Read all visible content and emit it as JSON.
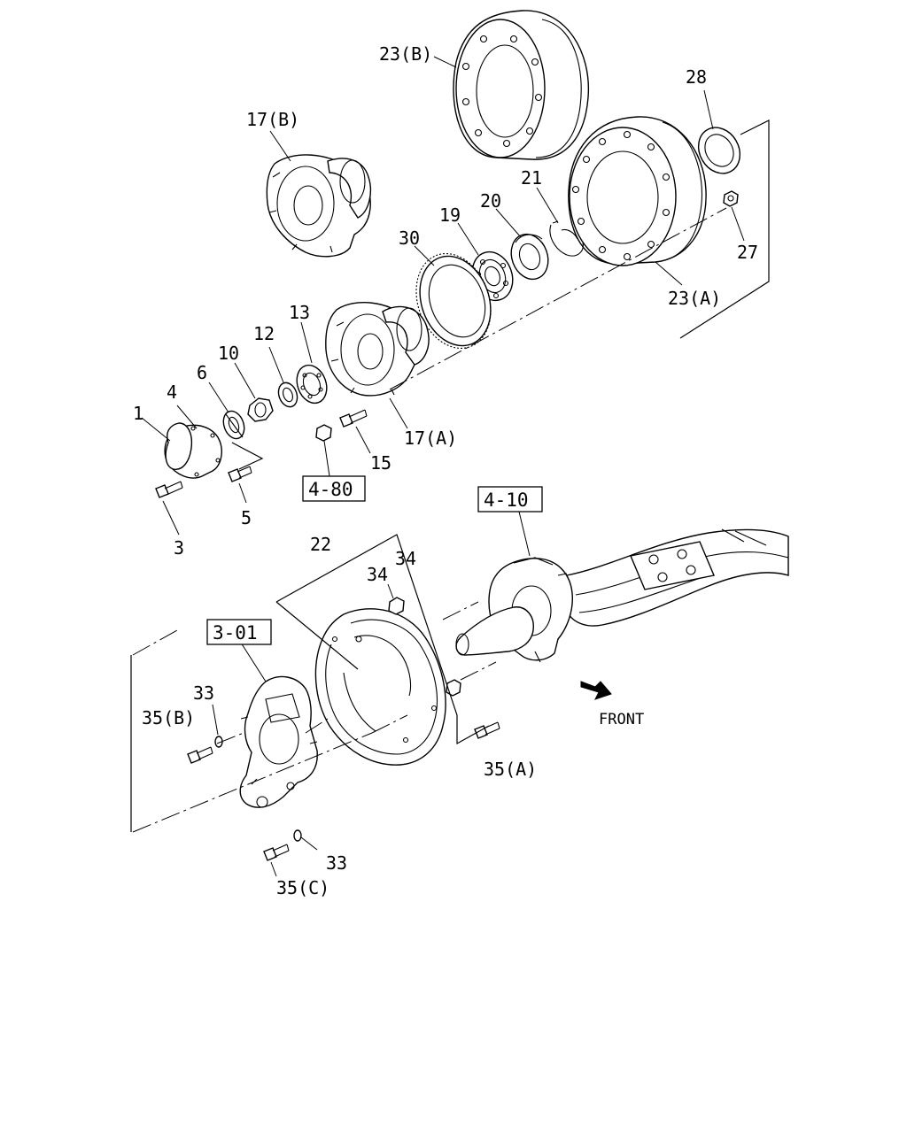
{
  "callouts": {
    "p23b": "23(B)",
    "p17b": "17(B)",
    "p28": "28",
    "p21": "21",
    "p20": "20",
    "p19": "19",
    "p30": "30",
    "p27": "27",
    "p23a": "23(A)",
    "p13": "13",
    "p12": "12",
    "p10": "10",
    "p6": "6",
    "p4": "4",
    "p1": "1",
    "p17a": "17(A)",
    "p15": "15",
    "p5": "5",
    "p3": "3",
    "p22": "22",
    "p34a": "34",
    "p34b": "34",
    "p33a": "33",
    "p35b": "35(B)",
    "p35a": "35(A)",
    "p33b": "33",
    "p35c": "35(C)"
  },
  "references": {
    "r480": "4-80",
    "r410": "4-10",
    "r301": "3-01"
  },
  "direction": {
    "front": "FRONT"
  }
}
